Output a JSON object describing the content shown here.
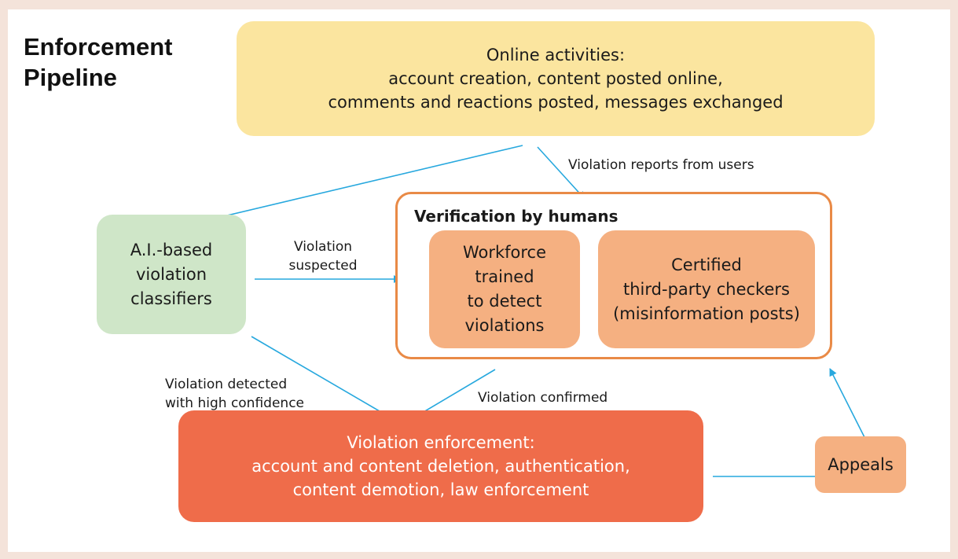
{
  "title": [
    "Enforcement",
    "Pipeline"
  ],
  "online": {
    "lines": [
      "Online activities:",
      "account creation, content posted online,",
      "comments and reactions posted, messages exchanged"
    ]
  },
  "classifier": {
    "lines": [
      "A.I.-based",
      "violation",
      "classifiers"
    ]
  },
  "verification": {
    "title": "Verification by humans",
    "workforce": [
      "Workforce",
      "trained",
      "to detect",
      "violations"
    ],
    "certified": [
      "Certified",
      "third-party checkers",
      "(misinformation posts)"
    ]
  },
  "enforcement": {
    "lines": [
      "Violation enforcement:",
      "account and content deletion, authentication,",
      "content demotion, law enforcement"
    ]
  },
  "appeals": {
    "label": "Appeals"
  },
  "edges": {
    "reports": "Violation reports from users",
    "suspected": [
      "Violation",
      "suspected"
    ],
    "detected": [
      "Violation detected",
      "with high confidence"
    ],
    "confirmed": "Violation confirmed"
  },
  "colors": {
    "background": "#f4e3da",
    "online": "#fbe59f",
    "classifier": "#cfe6c8",
    "verification_border": "#e98a46",
    "human_boxes": "#f5b081",
    "enforcement": "#ef6c4a",
    "arrow": "#27a8de"
  }
}
